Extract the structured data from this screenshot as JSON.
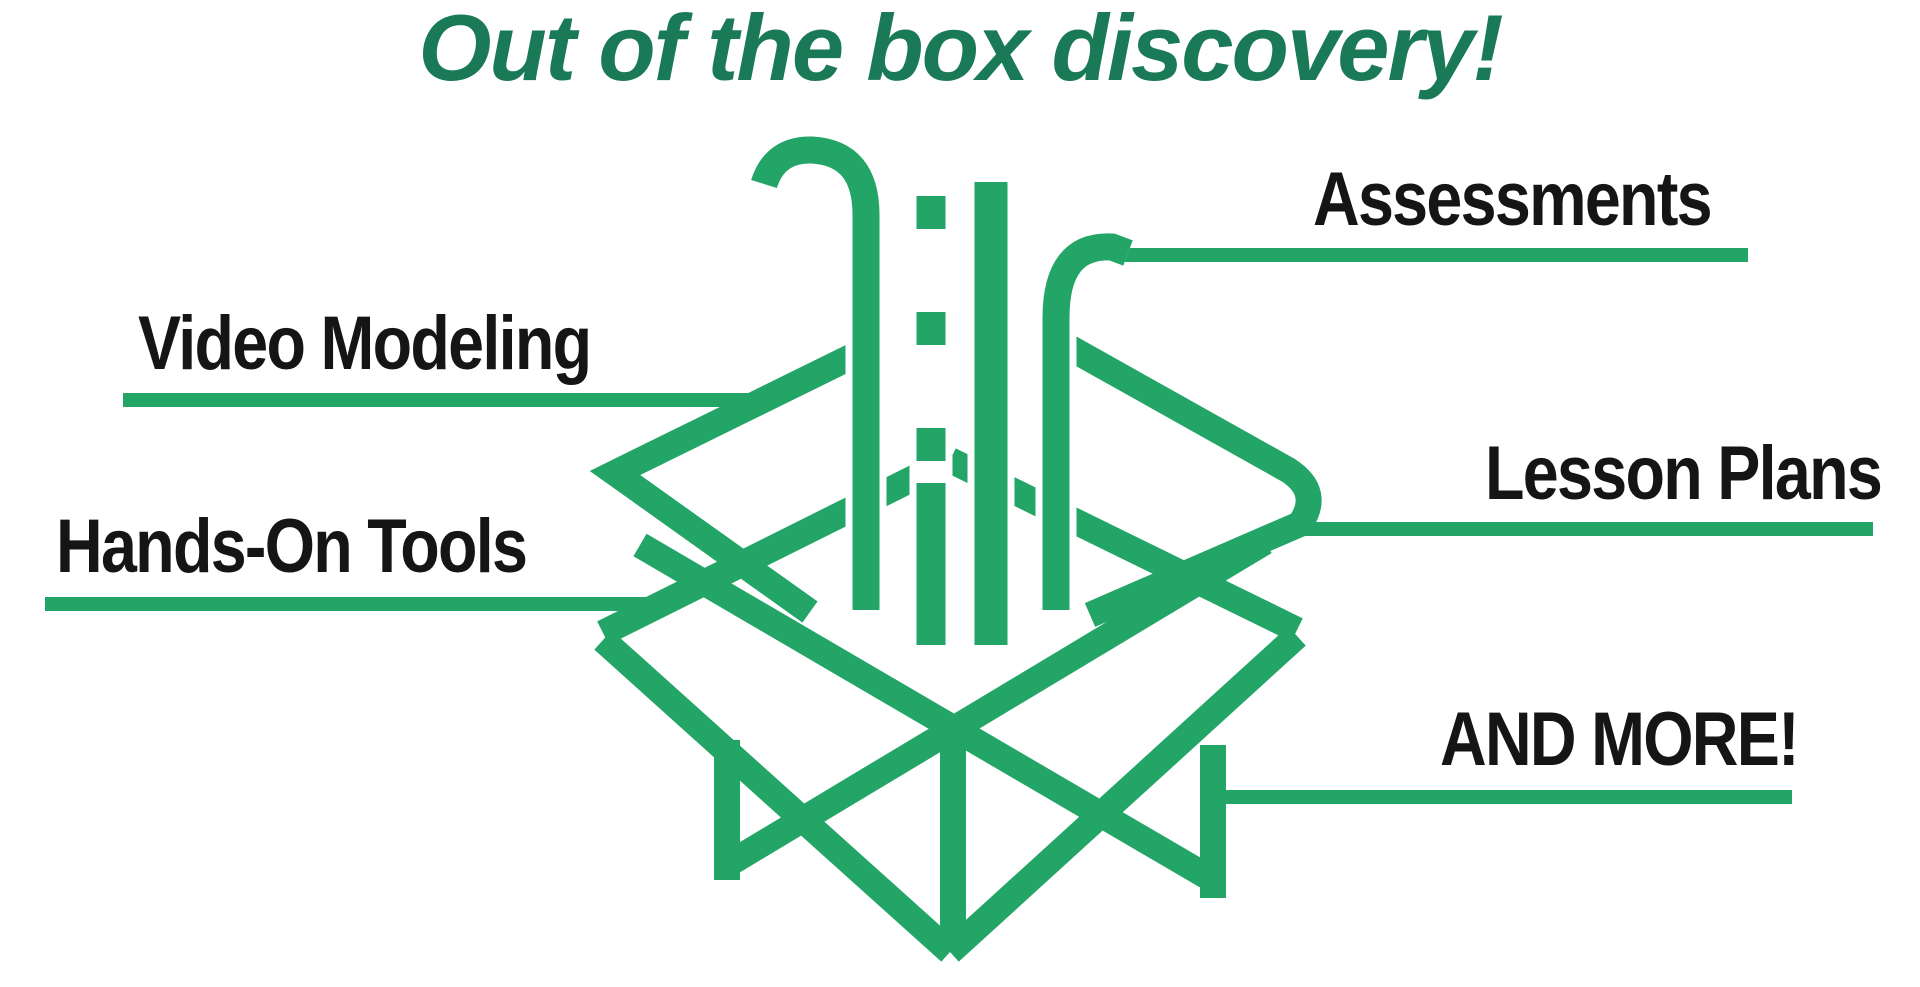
{
  "title": "Out of the box discovery!",
  "labels": {
    "video_modeling": "Video Modeling",
    "hands_on_tools": "Hands-On Tools",
    "assessments": "Assessments",
    "lesson_plans": "Lesson Plans",
    "and_more": "AND MORE!"
  },
  "icon": {
    "name": "open-box-with-streamers",
    "parts": [
      "left-ribbon",
      "dashed-streamer",
      "bar-streamer",
      "right-ribbon",
      "open-box"
    ]
  },
  "colors": {
    "box_green": "#22A566",
    "title_green": "#1A7A57",
    "label_black": "#151515",
    "background": "#FFFFFF",
    "halo_white": "#FFFFFF"
  }
}
